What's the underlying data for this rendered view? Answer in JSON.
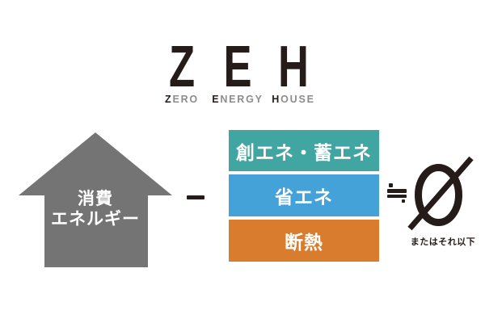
{
  "title": {
    "letters": [
      {
        "big": "Z",
        "word_head": "Z",
        "word_tail": "ERO"
      },
      {
        "big": "E",
        "word_head": "E",
        "word_tail": "NERGY"
      },
      {
        "big": "H",
        "word_head": "H",
        "word_tail": "OUSE"
      }
    ]
  },
  "equation": {
    "house": {
      "label_line1": "消費",
      "label_line2": "エネルギー"
    },
    "stack": [
      {
        "label": "創エネ・蓄エネ",
        "color": "#41a6a1"
      },
      {
        "label": "省エネ",
        "color": "#45a2d9"
      },
      {
        "label": "断熱",
        "color": "#d97c2d"
      }
    ],
    "zero_caption": "またはそれ以下"
  },
  "colors": {
    "ink": "#251c1a",
    "gray_text": "#8c8c8c",
    "house_gray": "#747474",
    "teal": "#41a6a1",
    "blue": "#45a2d9",
    "orange": "#d97c2d",
    "background": "#ffffff"
  }
}
